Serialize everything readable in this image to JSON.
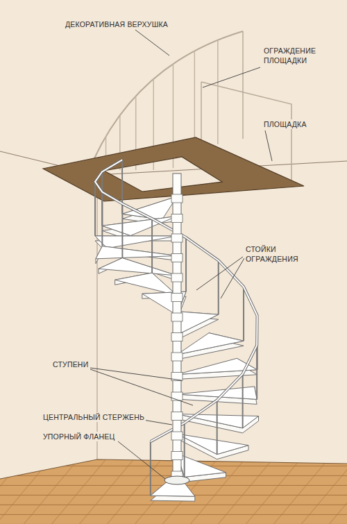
{
  "diagram": {
    "labels": [
      "ДЕКОРАТИВНАЯ ВЕРХУШКА",
      "ОГРАЖДЕНИЕ ПЛОЩАДКИ",
      "ПЛОЩАДКА",
      "СТОЙКИ ОГРАЖДЕНИЯ",
      "СТУПЕНИ",
      "ЦЕНТРАЛЬНЫЙ СТЕРЖЕНЬ",
      "УПОРНЫЙ ФЛАНЕЦ"
    ]
  }
}
